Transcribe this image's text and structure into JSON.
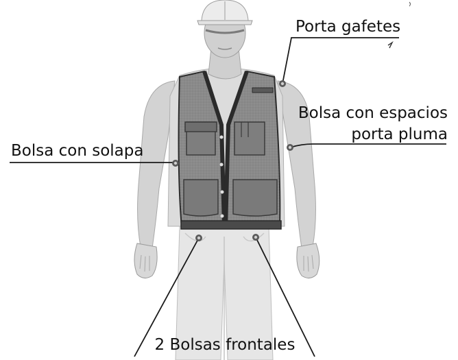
{
  "figure": {
    "subject": "worker-wearing-vest",
    "icons": [
      "hard-hat-icon",
      "vest-icon"
    ]
  },
  "callouts": {
    "badge_holder": {
      "label": "Porta gafetes"
    },
    "pen_pocket": {
      "line1": "Bolsa con espacios",
      "line2": "porta pluma"
    },
    "flap_pocket": {
      "label": "Bolsa con solapa"
    },
    "front_pockets": {
      "label": "2 Bolsas frontales"
    }
  },
  "colors": {
    "skin": "#d3d3d3",
    "vest": "#8a8a8a",
    "vest_trim": "#2b2b2b",
    "pants": "#e6e6e6",
    "text": "#111111"
  }
}
